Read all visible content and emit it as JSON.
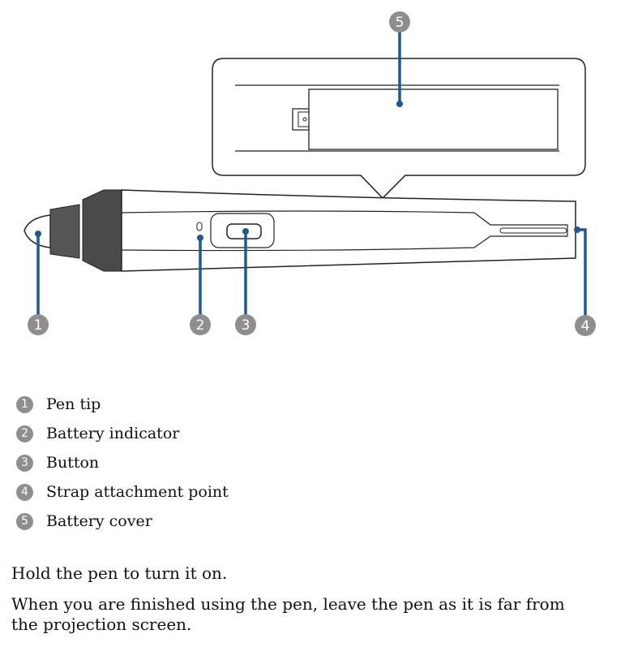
{
  "callouts": [
    "1",
    "2",
    "3",
    "4",
    "5"
  ],
  "legend": [
    {
      "num": "1",
      "label": "Pen tip"
    },
    {
      "num": "2",
      "label": "Battery indicator"
    },
    {
      "num": "3",
      "label": "Button"
    },
    {
      "num": "4",
      "label": "Strap attachment point"
    },
    {
      "num": "5",
      "label": "Battery cover"
    }
  ],
  "paragraphs": [
    "Hold the pen to turn it on.",
    "When you are finished using the pen, leave the pen as it is far from the projection screen."
  ],
  "colors": {
    "callout_line": "#1a5a96",
    "badge": "#8e8e8e",
    "pen_dark": "#4a4a4a"
  }
}
